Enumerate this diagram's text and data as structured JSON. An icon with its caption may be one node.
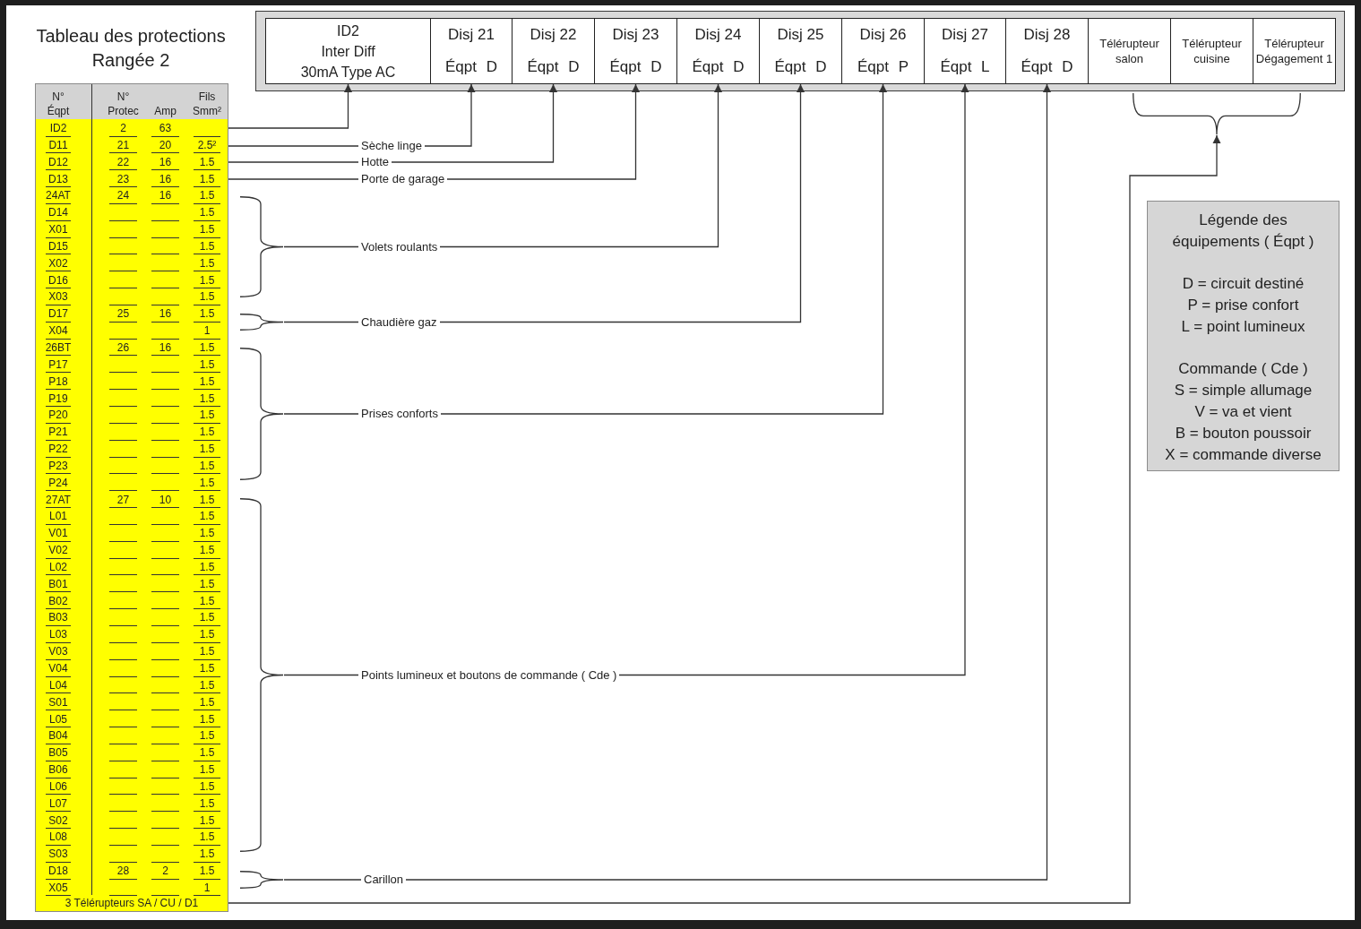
{
  "diagram": {
    "title": "Tableau des protections Rangée 2",
    "nodes": [
      {
        "text": [],
        "shape": "box"
      },
      {
        "text": [
          "ID2",
          "Inter Diff",
          "30mA Type AC"
        ],
        "in": 0
      },
      {
        "text": [
          "Disj 21",
          "Éqpt D"
        ],
        "in": 0
      },
      {
        "text": [
          "Disj 22",
          "Éqpt D"
        ],
        "in": 0
      },
      {
        "text": [
          "Disj 23",
          "Éqpt D"
        ],
        "in": 0
      },
      {
        "text": [
          "Disj 24",
          "Éqpt D"
        ],
        "in": 0
      },
      {
        "text": [
          "Disj 25",
          "Éqpt D"
        ],
        "in": 0
      },
      {
        "text": [
          "Disj 26",
          "Éqpt P"
        ],
        "in": 0
      },
      {
        "text": [
          "Disj 27",
          "Éqpt L"
        ],
        "in": 0
      },
      {
        "text": [
          "Disj 28",
          "Éqpt D"
        ],
        "in": 0
      },
      {
        "text": [
          "Télérupteur salon"
        ],
        "in": 0
      },
      {
        "text": [
          "Télérupteur cuisine"
        ],
        "in": 0
      },
      {
        "text": [
          "Télérupteur Dégagement 1"
        ],
        "in": 0
      },
      {
        "text": [
          "N° Éqpt",
          "N° Protec",
          "Amp",
          "Fils Smm²",
          "ID2",
          "2",
          "63",
          "D11",
          "21",
          "20",
          "2.5²",
          "D12",
          "22",
          "16",
          "1.5",
          "D13",
          "23",
          "16",
          "1.5",
          "24AT",
          "24",
          "16",
          "1.5",
          "D14",
          "1.5",
          "X01",
          "1.5",
          "D15",
          "1.5",
          "X02",
          "1.5",
          "D16",
          "1.5",
          "X03",
          "1.5",
          "D17",
          "25",
          "16",
          "1.5",
          "X04",
          "1",
          "26BT",
          "26",
          "16",
          "1.5",
          "P17",
          "1.5",
          "P18",
          "1.5",
          "P19",
          "1.5",
          "P20",
          "1.5",
          "P21",
          "1.5",
          "P22",
          "1.5",
          "P23",
          "1.5",
          "P24",
          "1.5",
          "27AT",
          "27",
          "10",
          "1.5",
          "L01",
          "1.5",
          "V01",
          "1.5",
          "V02",
          "1.5",
          "L02",
          "1.5",
          "B01",
          "1.5",
          "B02",
          "1.5",
          "B03",
          "1.5",
          "L03",
          "1.5",
          "V03",
          "1.5",
          "V04",
          "1.5",
          "L04",
          "1.5",
          "S01",
          "1.5",
          "L05",
          "1.5",
          "B04",
          "1.5",
          "B05",
          "1.5",
          "B06",
          "1.5",
          "L06",
          "1.5",
          "L07",
          "1.5",
          "S02",
          "1.5",
          "L08",
          "1.5",
          "S03",
          "1.5",
          "D18",
          "28",
          "2",
          "1.5",
          "X05",
          "1",
          "3 Télérupteurs SA / CU / D1"
        ]
      },
      {
        "text": [],
        "shape": "brace"
      },
      {
        "text": [
          "Légende des équipements ( Éqpt )",
          "D = circuit destiné",
          "P = prise confort",
          "L = point lumineux",
          "Commande ( Cde )",
          "S = simple allumage",
          "V = va et vient",
          "B = bouton poussoir",
          "X = commande diverse"
        ]
      },
      {
        "text": [],
        "shape": "brace"
      },
      {
        "text": [],
        "shape": "brace"
      },
      {
        "text": [],
        "shape": "brace"
      },
      {
        "text": [],
        "shape": "brace"
      },
      {
        "text": [],
        "shape": "brace"
      }
    ],
    "edges": [
      {
        "from": 13,
        "to": 1,
        "arrow": "to"
      },
      {
        "from": 13,
        "to": 2,
        "arrow": "to",
        "label": "Sèche linge"
      },
      {
        "from": 13,
        "to": 3,
        "arrow": "to",
        "label": "Hotte"
      },
      {
        "from": 13,
        "to": 4,
        "arrow": "to",
        "label": "Porte de garage"
      },
      {
        "from": 16,
        "to": 5,
        "arrow": "to",
        "label": "Volets roulants"
      },
      {
        "from": 17,
        "to": 6,
        "arrow": "to",
        "label": "Chaudière gaz"
      },
      {
        "from": 18,
        "to": 7,
        "arrow": "to",
        "label": "Prises conforts"
      },
      {
        "from": 19,
        "to": 8,
        "arrow": "to",
        "label": "Points lumineux et boutons de commande ( Cde )"
      },
      {
        "from": 20,
        "to": 9,
        "arrow": "to",
        "label": "Carillon"
      },
      {
        "from": 13,
        "to": 14,
        "arrow": "to"
      }
    ]
  }
}
